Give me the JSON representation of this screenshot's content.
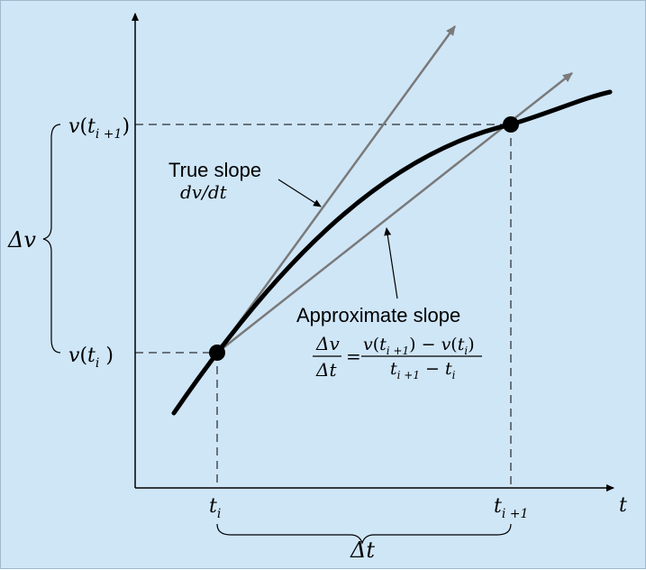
{
  "labels": {
    "axis_t": "t",
    "v_ti1": {
      "v": "v",
      "open": "(",
      "t": "t",
      "sub": "i +1",
      "close": ")"
    },
    "v_ti": {
      "v": "v",
      "open": "(",
      "t": "t",
      "sub": "i",
      "close": " )"
    },
    "delta_v": "Δv",
    "delta_t": "Δt",
    "tick_ti": {
      "t": "t",
      "sub": "i"
    },
    "tick_ti1": {
      "t": "t",
      "sub": "i +1"
    },
    "true_slope": {
      "title": "True slope",
      "expr": "dv/dt"
    },
    "approx_slope": {
      "title": "Approximate slope",
      "lhs_num": "Δv",
      "lhs_den": "Δt",
      "equals": "=",
      "rhs_num": {
        "a": "v",
        "b": "(",
        "c": "t",
        "d": "i +1",
        "e": ") − ",
        "f": "v",
        "g": "(",
        "h": "t",
        "i": "i",
        "j": ")"
      },
      "rhs_den": {
        "a": "t",
        "b": "i +1",
        "c": " − ",
        "d": "t",
        "e": "i"
      }
    }
  },
  "colors": {
    "background": "#cfe6f7",
    "curve": "#000000",
    "tangent_lines": "#7a7a7a",
    "axes": "#000000",
    "guides": "#000000"
  }
}
